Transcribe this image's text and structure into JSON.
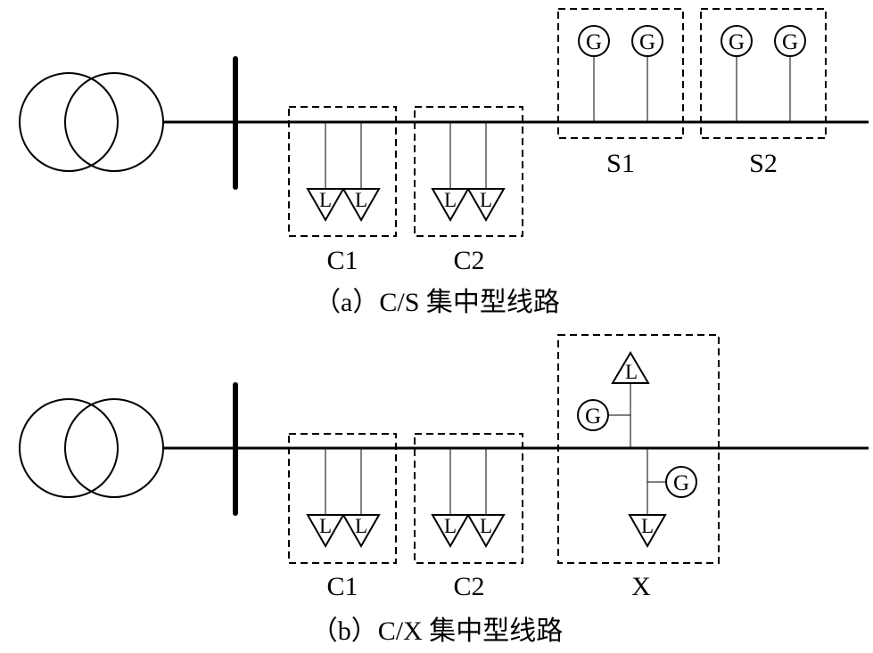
{
  "diagram": {
    "panel_a": {
      "caption": "（a）C/S 集中型线路",
      "groups": {
        "c1": "C1",
        "c2": "C2",
        "s1": "S1",
        "s2": "S2"
      },
      "symbols": {
        "generator": "G",
        "load": "L"
      }
    },
    "panel_b": {
      "caption": "（b）C/X 集中型线路",
      "groups": {
        "c1": "C1",
        "c2": "C2",
        "x": "X"
      },
      "symbols": {
        "generator": "G",
        "load": "L"
      }
    }
  },
  "colors": {
    "stroke": "#000000",
    "background": "#ffffff"
  }
}
